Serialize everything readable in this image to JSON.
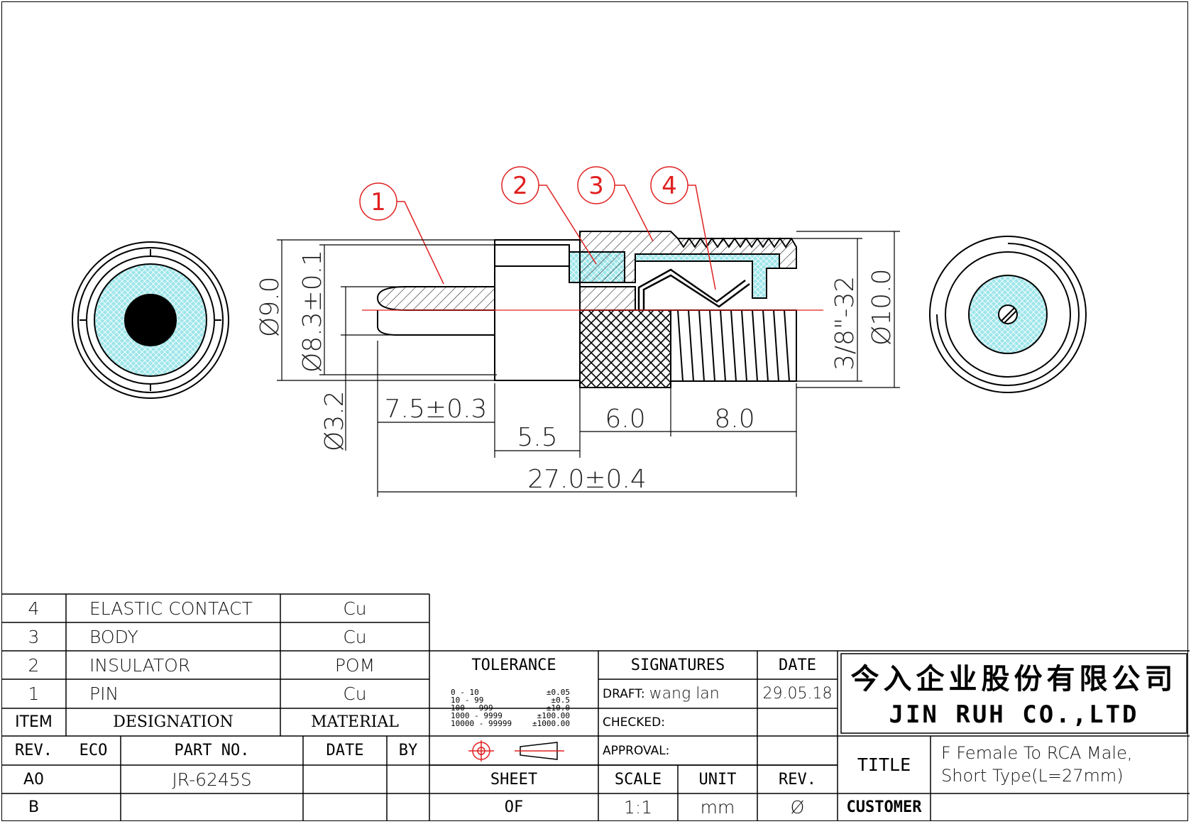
{
  "balloons": [
    "1",
    "2",
    "3",
    "4"
  ],
  "dimensions": {
    "dia_body": "Ø9.0",
    "dia_shoulder": "Ø8.3±0.1",
    "dia_pin": "Ø3.2",
    "pin_length": "7.5±0.3",
    "shoulder_length": "5.5",
    "knurl_length": "6.0",
    "thread_length": "8.0",
    "total_length": "27.0±0.4",
    "thread_spec": "3/8\"-32",
    "dia_thread": "Ø10.0"
  },
  "bom": {
    "rows": [
      {
        "item": "4",
        "designation": "ELASTIC CONTACT",
        "material": "Cu"
      },
      {
        "item": "3",
        "designation": "BODY",
        "material": "Cu"
      },
      {
        "item": "2",
        "designation": "INSULATOR",
        "material": "POM"
      },
      {
        "item": "1",
        "designation": "PIN",
        "material": "Cu"
      }
    ],
    "header": {
      "item": "ITEM",
      "designation": "DESIGNATION",
      "material": "MATERIAL"
    }
  },
  "revision_table": {
    "header": {
      "rev": "REV.",
      "eco": "ECO",
      "part_no": "PART NO.",
      "date": "DATE",
      "by": "BY"
    },
    "rows": [
      {
        "rev": "A0",
        "eco": "",
        "part_no": "JR-6245S",
        "date": "",
        "by": ""
      },
      {
        "rev": "B",
        "eco": "",
        "part_no": "",
        "date": "",
        "by": ""
      }
    ]
  },
  "tolerance": {
    "title": "TOLERANCE",
    "ranges": [
      {
        "range": "0 - 10",
        "tol": "±0.05"
      },
      {
        "range": "10 - 99",
        "tol": "±0.5"
      },
      {
        "range": "100 - 999",
        "tol": "±10.0"
      },
      {
        "range": "1000 - 9999",
        "tol": "±100.00"
      },
      {
        "range": "10000 - 99999",
        "tol": "±1000.00"
      }
    ]
  },
  "sheet": {
    "sheet_label": "SHEET",
    "of_label": "OF"
  },
  "signatures": {
    "title": "SIGNATURES",
    "draft_label": "DRAFT:",
    "draft_name": "wang lan",
    "checked_label": "CHECKED:",
    "approval_label": "APPROVAL:"
  },
  "date_block": {
    "title": "DATE",
    "draft_date": "29.05.18"
  },
  "scale_block": {
    "scale_label": "SCALE",
    "scale_value": "1:1",
    "unit_label": "UNIT",
    "unit_value": "mm",
    "rev_label": "REV.",
    "rev_value": "Ø"
  },
  "company": {
    "name_cn": "今入企业股份有限公司",
    "name_en": "JIN RUH CO.,LTD"
  },
  "title_block": {
    "title_label": "TITLE",
    "title_line1": "F Female To RCA Male,",
    "title_line2": "Short Type(L=27mm)",
    "customer_label": "CUSTOMER",
    "customer_value": ""
  },
  "colors": {
    "insulator_fill": "#9ee6ea",
    "callout": "#e02020",
    "line": "#000000"
  }
}
